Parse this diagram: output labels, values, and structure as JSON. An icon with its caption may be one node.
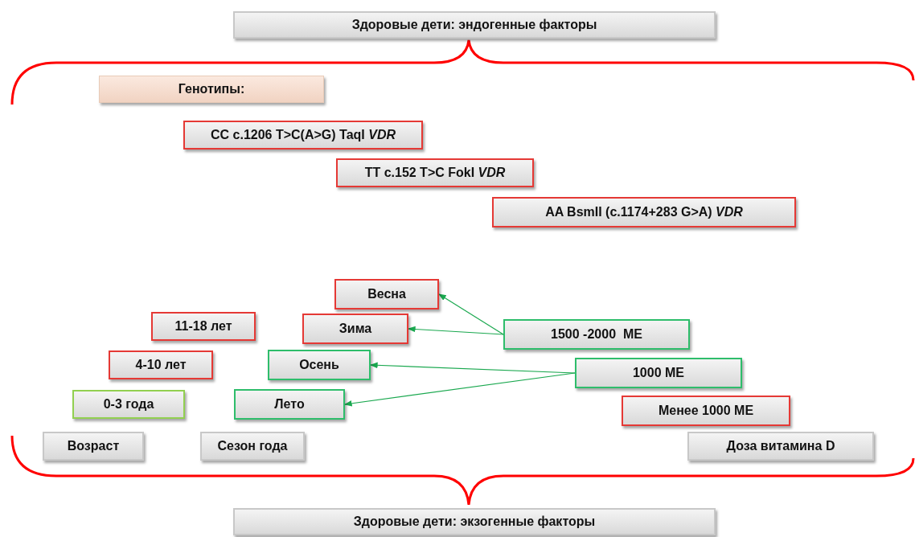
{
  "diagram": {
    "nodes": [
      {
        "text": [
          "Здоровые дети: эндогенные факторы"
        ]
      },
      {
        "text": [
          "Генотипы:"
        ]
      },
      {
        "text": [
          "CC c.1206 T>C(A>G) TaqI *VDR*"
        ]
      },
      {
        "text": [
          "TT c.152 T>C FokI *VDR*"
        ]
      },
      {
        "text": [
          "AA BsmII (c.1174+283 G>A) *VDR*"
        ]
      },
      {
        "text": [
          "Весна"
        ]
      },
      {
        "text": [
          "11-18 лет"
        ]
      },
      {
        "text": [
          "Зима"
        ]
      },
      {
        "text": [
          "1500 -2000  МЕ"
        ]
      },
      {
        "text": [
          "4-10 лет"
        ]
      },
      {
        "text": [
          "Осень"
        ]
      },
      {
        "text": [
          "1000 МЕ"
        ]
      },
      {
        "text": [
          "0-3 года"
        ]
      },
      {
        "text": [
          "Лето"
        ]
      },
      {
        "text": [
          "Менее 1000 МЕ"
        ]
      },
      {
        "text": [
          "Возраст"
        ]
      },
      {
        "text": [
          "Сезон года"
        ]
      },
      {
        "text": [
          "Доза витамина D"
        ]
      },
      {
        "text": [
          "Здоровые дети: экзогенные факторы"
        ]
      }
    ],
    "edges": [
      {
        "from": 8,
        "to": 5,
        "arrow": "to"
      },
      {
        "from": 8,
        "to": 7,
        "arrow": "to"
      },
      {
        "from": 11,
        "to": 10,
        "arrow": "to"
      },
      {
        "from": 11,
        "to": 13,
        "arrow": "to"
      }
    ]
  }
}
